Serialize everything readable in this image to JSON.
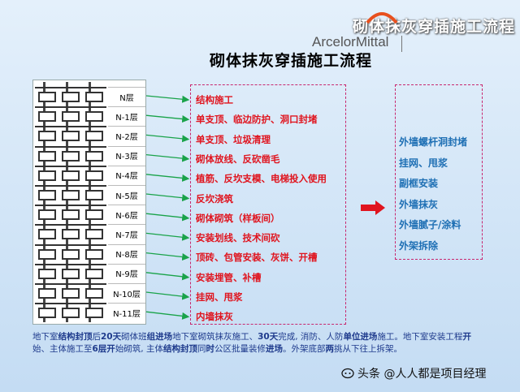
{
  "banner_title": "砌体抹灰穿插施工流程",
  "brand": "ArcelorMittal",
  "main_title": "砌体抹灰穿插施工流程",
  "floors": [
    "N层",
    "N-1层",
    "N-2层",
    "N-3层",
    "N-4层",
    "N-5层",
    "N-6层",
    "N-7层",
    "N-8层",
    "N-9层",
    "N-10层",
    "N-11层"
  ],
  "left_tasks": [
    "结构施工",
    "单支顶、临边防护、洞口封堵",
    "单支顶、垃圾清理",
    "砌体放线、反砍凿毛",
    "植筋、反坎支模、电梯投入使用",
    "反坎浇筑",
    "砌体砌筑（样板间）",
    "安装划线、技术间砍",
    "顶砖、包管安装、灰饼、开槽",
    "安装埋管、补槽",
    "挂网、甩浆",
    "内墙抹灰"
  ],
  "right_tasks": [
    "外墙螺杆洞封堵",
    "挂网、甩浆",
    "副框安装",
    "外墙抹灰",
    "外墙腻子/涂料",
    "外架拆除"
  ],
  "note": {
    "segments": [
      {
        "t": "地下室",
        "b": false
      },
      {
        "t": "结构封顶",
        "b": true
      },
      {
        "t": "后",
        "b": false
      },
      {
        "t": "20天",
        "b": true
      },
      {
        "t": "砌体班",
        "b": false
      },
      {
        "t": "组进场",
        "b": true
      },
      {
        "t": "地下室砌筑抹灰施工、",
        "b": false
      },
      {
        "t": "30天",
        "b": true
      },
      {
        "t": "完成, 消防、人防",
        "b": false
      },
      {
        "t": "单位进场",
        "b": true
      },
      {
        "t": "施工。地下室安装工程",
        "b": false
      },
      {
        "t": "开",
        "b": true
      },
      {
        "t": "始、主体施工至",
        "b": false
      },
      {
        "t": "6层开",
        "b": true
      },
      {
        "t": "始砌筑, 主体",
        "b": false
      },
      {
        "t": "结构封顶",
        "b": true
      },
      {
        "t": "同",
        "b": false
      },
      {
        "t": "时",
        "b": true
      },
      {
        "t": "公区批量装修",
        "b": false
      },
      {
        "t": "进场",
        "b": true
      },
      {
        "t": "。外架底部",
        "b": false
      },
      {
        "t": "两",
        "b": true
      },
      {
        "t": "挑从下往上拆架。",
        "b": false
      }
    ]
  },
  "watermark": "头条 @人人都是项目经理",
  "colors": {
    "task_red": "#e0141e",
    "task_blue": "#1e6fb4",
    "arrow_green": "#1aa34a",
    "arrow_red": "#e0141e",
    "box_border": "#c8266e"
  }
}
